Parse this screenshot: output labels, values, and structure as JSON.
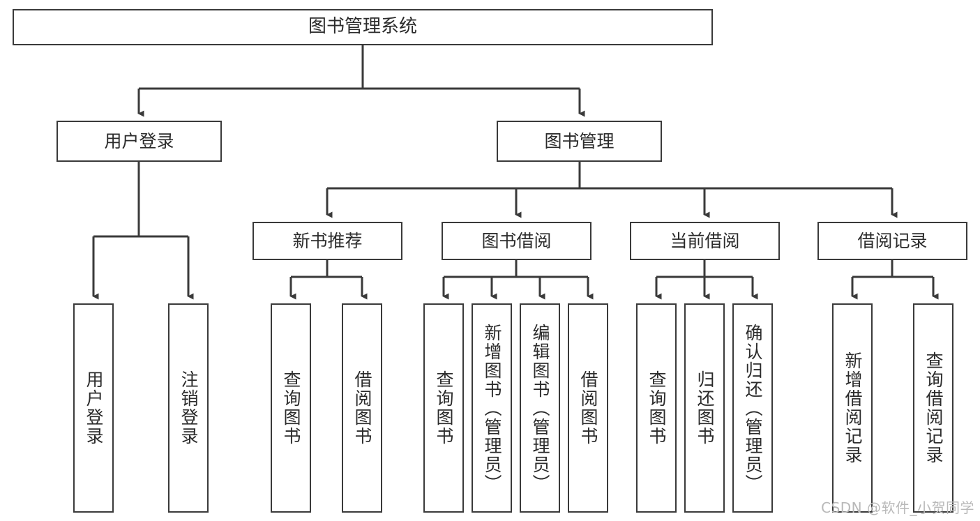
{
  "diagram": {
    "title": "图书管理系统",
    "watermark": "CSDN @软件_小贺同学",
    "colors": {
      "background": "#ffffff",
      "stroke": "#3a3a3a",
      "text": "#2b2b2b",
      "watermark": "#b9b9b9"
    },
    "levels": {
      "root": "图书管理系统",
      "level2": [
        "用户登录",
        "图书管理"
      ],
      "level3": [
        "新书推荐",
        "图书借阅",
        "当前借阅",
        "借阅记录"
      ]
    },
    "nodes": {
      "root": {
        "label": "图书管理系统"
      },
      "user_login": {
        "label": "用户登录"
      },
      "book_manage": {
        "label": "图书管理"
      },
      "new_book_rec": {
        "label": "新书推荐"
      },
      "book_borrow": {
        "label": "图书借阅"
      },
      "current_borrow": {
        "label": "当前借阅"
      },
      "borrow_record": {
        "label": "借阅记录"
      },
      "leaf_user_login": {
        "label": "用户登录"
      },
      "leaf_user_logout": {
        "label": "注销登录"
      },
      "leaf_query_book_1": {
        "label": "查询图书"
      },
      "leaf_borrow_book_1": {
        "label": "借阅图书"
      },
      "leaf_query_book_2": {
        "label": "查询图书"
      },
      "leaf_add_book": {
        "label": "新增图书（管理员）"
      },
      "leaf_edit_book": {
        "label": "编辑图书（管理员）"
      },
      "leaf_borrow_book_2": {
        "label": "借阅图书"
      },
      "leaf_query_book_3": {
        "label": "查询图书"
      },
      "leaf_return_book": {
        "label": "归还图书"
      },
      "leaf_confirm_return": {
        "label": "确认归还（管理员）"
      },
      "leaf_add_record": {
        "label": "新增借阅记录"
      },
      "leaf_query_record": {
        "label": "查询借阅记录"
      }
    },
    "edges": [
      {
        "from": "root",
        "to": "user_login"
      },
      {
        "from": "root",
        "to": "book_manage"
      },
      {
        "from": "user_login",
        "to": "leaf_user_login"
      },
      {
        "from": "user_login",
        "to": "leaf_user_logout"
      },
      {
        "from": "book_manage",
        "to": "new_book_rec"
      },
      {
        "from": "book_manage",
        "to": "book_borrow"
      },
      {
        "from": "book_manage",
        "to": "current_borrow"
      },
      {
        "from": "book_manage",
        "to": "borrow_record"
      },
      {
        "from": "new_book_rec",
        "to": "leaf_query_book_1"
      },
      {
        "from": "new_book_rec",
        "to": "leaf_borrow_book_1"
      },
      {
        "from": "book_borrow",
        "to": "leaf_query_book_2"
      },
      {
        "from": "book_borrow",
        "to": "leaf_add_book"
      },
      {
        "from": "book_borrow",
        "to": "leaf_edit_book"
      },
      {
        "from": "book_borrow",
        "to": "leaf_borrow_book_2"
      },
      {
        "from": "current_borrow",
        "to": "leaf_query_book_3"
      },
      {
        "from": "current_borrow",
        "to": "leaf_return_book"
      },
      {
        "from": "current_borrow",
        "to": "leaf_confirm_return"
      },
      {
        "from": "borrow_record",
        "to": "leaf_add_record"
      },
      {
        "from": "borrow_record",
        "to": "leaf_query_record"
      }
    ]
  }
}
